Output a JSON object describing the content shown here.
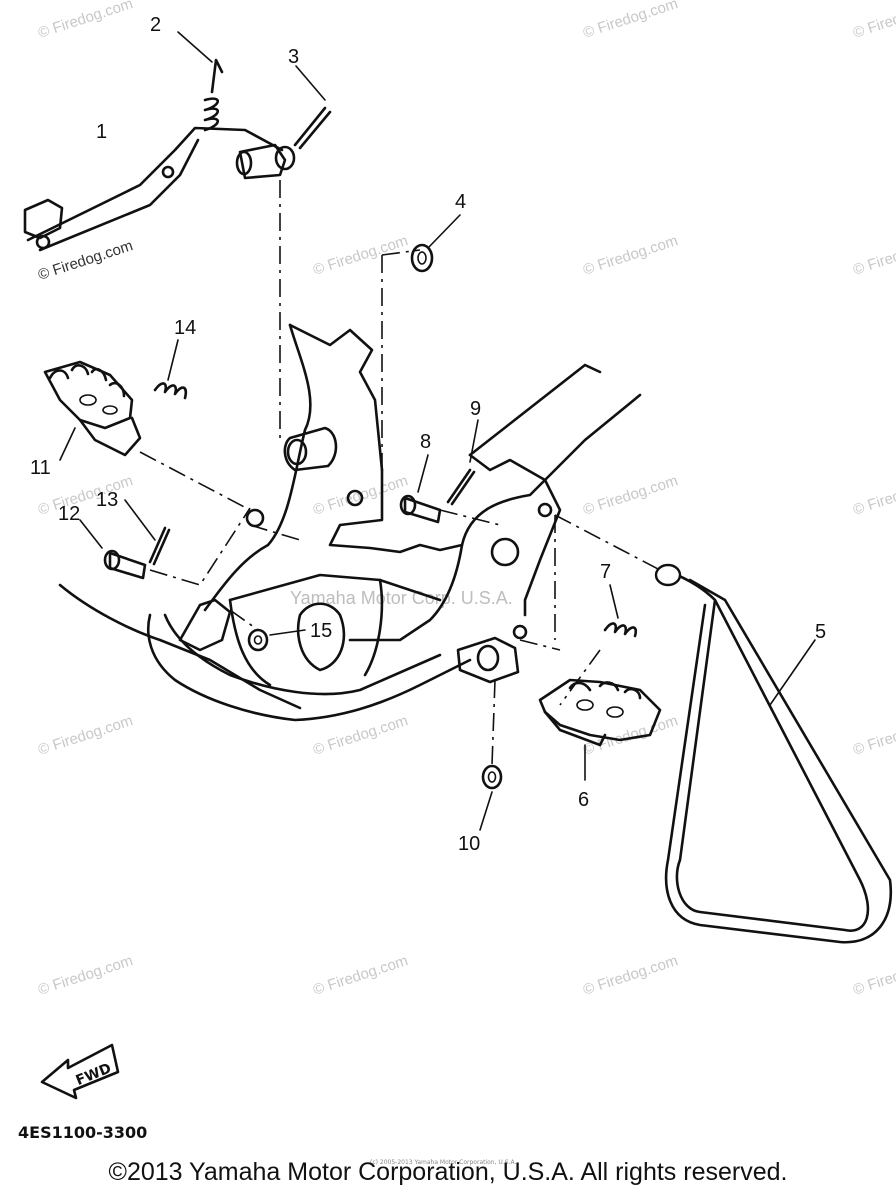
{
  "watermark_text": "© Firedog.com",
  "center_watermark": "Yamaha Motor Corp. U.S.A.",
  "callouts": [
    {
      "id": "1",
      "label": "1"
    },
    {
      "id": "2",
      "label": "2"
    },
    {
      "id": "3",
      "label": "3"
    },
    {
      "id": "4",
      "label": "4"
    },
    {
      "id": "5",
      "label": "5"
    },
    {
      "id": "6",
      "label": "6"
    },
    {
      "id": "7",
      "label": "7"
    },
    {
      "id": "8",
      "label": "8"
    },
    {
      "id": "9",
      "label": "9"
    },
    {
      "id": "10",
      "label": "10"
    },
    {
      "id": "11",
      "label": "11"
    },
    {
      "id": "12",
      "label": "12"
    },
    {
      "id": "13",
      "label": "13"
    },
    {
      "id": "14",
      "label": "14"
    },
    {
      "id": "15",
      "label": "15"
    }
  ],
  "fwd_label": "FWD",
  "diagram_code": "4ES1100-3300",
  "tiny_note": "(c) 2005-2013 Yamaha Motor Corporation, U.S.A.",
  "copyright": "©2013 Yamaha Motor Corporation, U.S.A. All rights reserved.",
  "colors": {
    "ink": "#111111",
    "watermark": "#c8c8c8",
    "background": "#ffffff"
  }
}
